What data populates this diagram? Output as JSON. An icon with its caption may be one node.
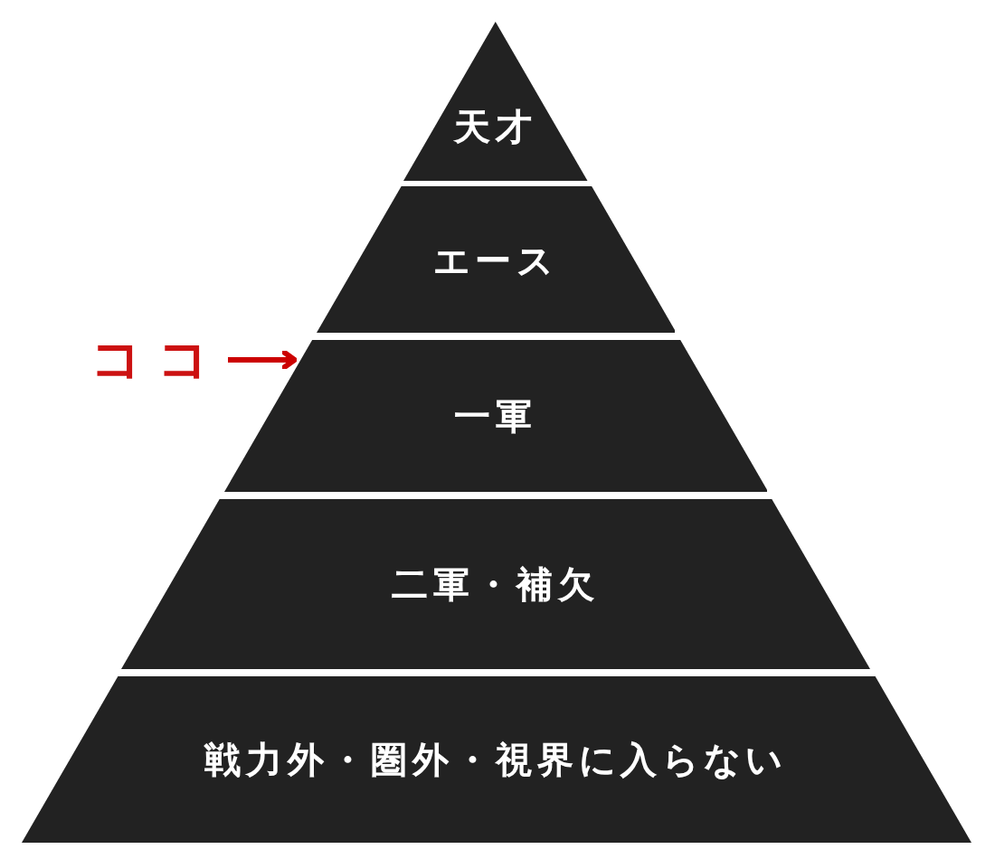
{
  "diagram": {
    "nodes": [
      {
        "text": [
          "天才"
        ]
      },
      {
        "text": [
          "エース"
        ]
      },
      {
        "text": [
          "一軍"
        ]
      },
      {
        "text": [
          "二軍・補欠"
        ]
      },
      {
        "text": [
          "戦力外・圏外・視界に入らない"
        ]
      },
      {
        "text": [
          "ココ"
        ]
      }
    ],
    "edges": [
      {
        "from": 5,
        "to": 2,
        "arrow": "to",
        "color": "#cc0000"
      }
    ]
  }
}
